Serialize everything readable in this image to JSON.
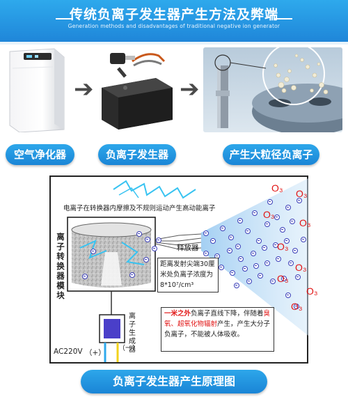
{
  "header": {
    "title": "传统负离子发生器产生方法及弊端",
    "subtitle": "Generation methods and disadvantages of traditional negative ion generator"
  },
  "steps": [
    {
      "label": "空气净化器",
      "image": "air-purifier"
    },
    {
      "label": "负离子发生器",
      "image": "ion-generator-module"
    },
    {
      "label": "产生大粒径负离子",
      "image": "emitter-needle-closeup"
    }
  ],
  "diagram": {
    "top_label": "电离子在转换器内摩擦及不规则运动产生高动能离子",
    "converter_label": "离子转换器模块",
    "release_label": "释放器",
    "density_note": "距离发射尖端30厘米处负离子浓度为8*10⁷/cm³",
    "generator_label": "离子生成器",
    "minus_label": "（一）",
    "power_label": "AC220V",
    "plus_label": "（+）",
    "warning": {
      "p1_red": "一米之外",
      "p1": "负离子直线下降，伴随着",
      "p2_red": "臭氧、超氧化物辐射",
      "p3": "产生，产生大分子负离子，不能被人体吸收。"
    },
    "ozone_label": "O₃",
    "colors": {
      "ozone": "#e11414",
      "ion": "#3b3fb8",
      "beam": "#b9d9f4"
    }
  },
  "caption": "负离子发生器产生原理图"
}
